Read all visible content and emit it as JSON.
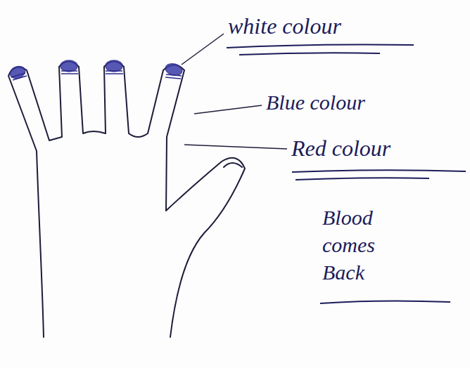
{
  "diagram": {
    "labels": [
      "white colour",
      "Blue colour",
      "Red colour",
      "Blood comes Back"
    ]
  }
}
